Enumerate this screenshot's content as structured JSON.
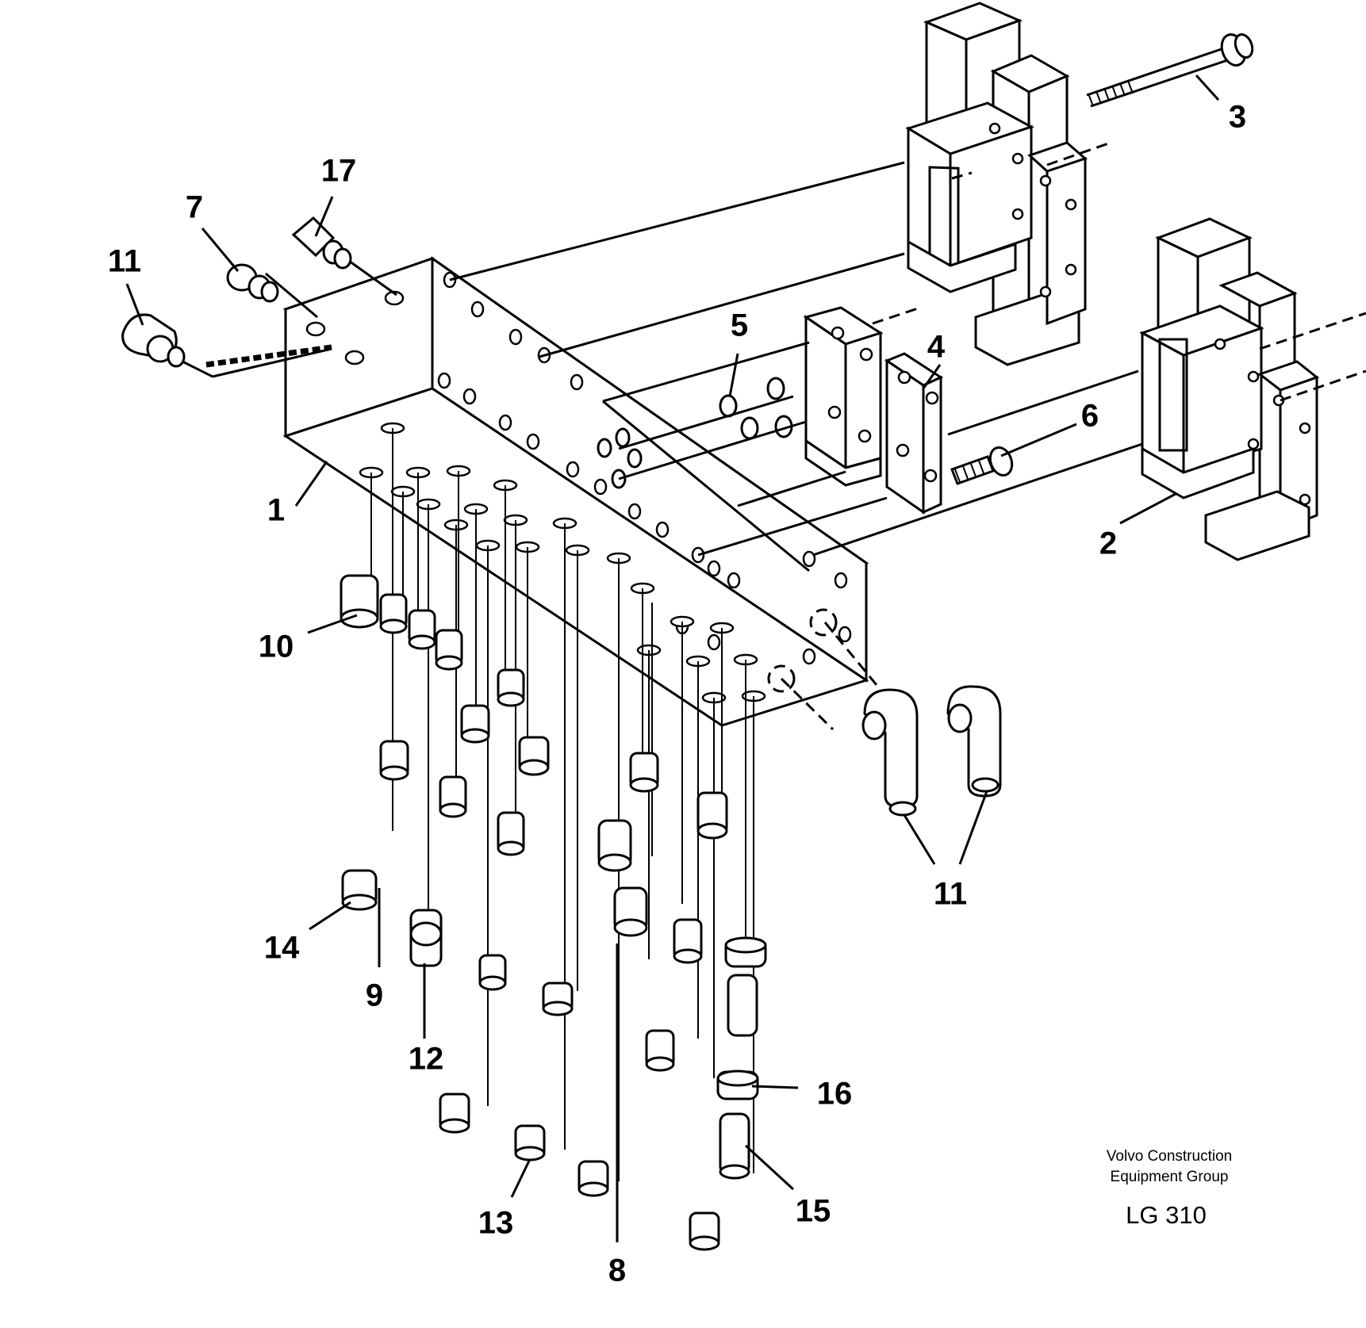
{
  "diagram": {
    "callouts": [
      {
        "id": "c1",
        "label": "1"
      },
      {
        "id": "c2",
        "label": "2"
      },
      {
        "id": "c3",
        "label": "3"
      },
      {
        "id": "c4",
        "label": "4"
      },
      {
        "id": "c5",
        "label": "5"
      },
      {
        "id": "c6",
        "label": "6"
      },
      {
        "id": "c7",
        "label": "7"
      },
      {
        "id": "c8",
        "label": "8"
      },
      {
        "id": "c9",
        "label": "9"
      },
      {
        "id": "c10",
        "label": "10"
      },
      {
        "id": "c11a",
        "label": "11"
      },
      {
        "id": "c11b",
        "label": "11"
      },
      {
        "id": "c12",
        "label": "12"
      },
      {
        "id": "c13",
        "label": "13"
      },
      {
        "id": "c14",
        "label": "14"
      },
      {
        "id": "c15",
        "label": "15"
      },
      {
        "id": "c16",
        "label": "16"
      },
      {
        "id": "c17",
        "label": "17"
      }
    ],
    "credit_line1": "Volvo Construction",
    "credit_line2": "Equipment Group",
    "drawing_code": "LG 310"
  }
}
